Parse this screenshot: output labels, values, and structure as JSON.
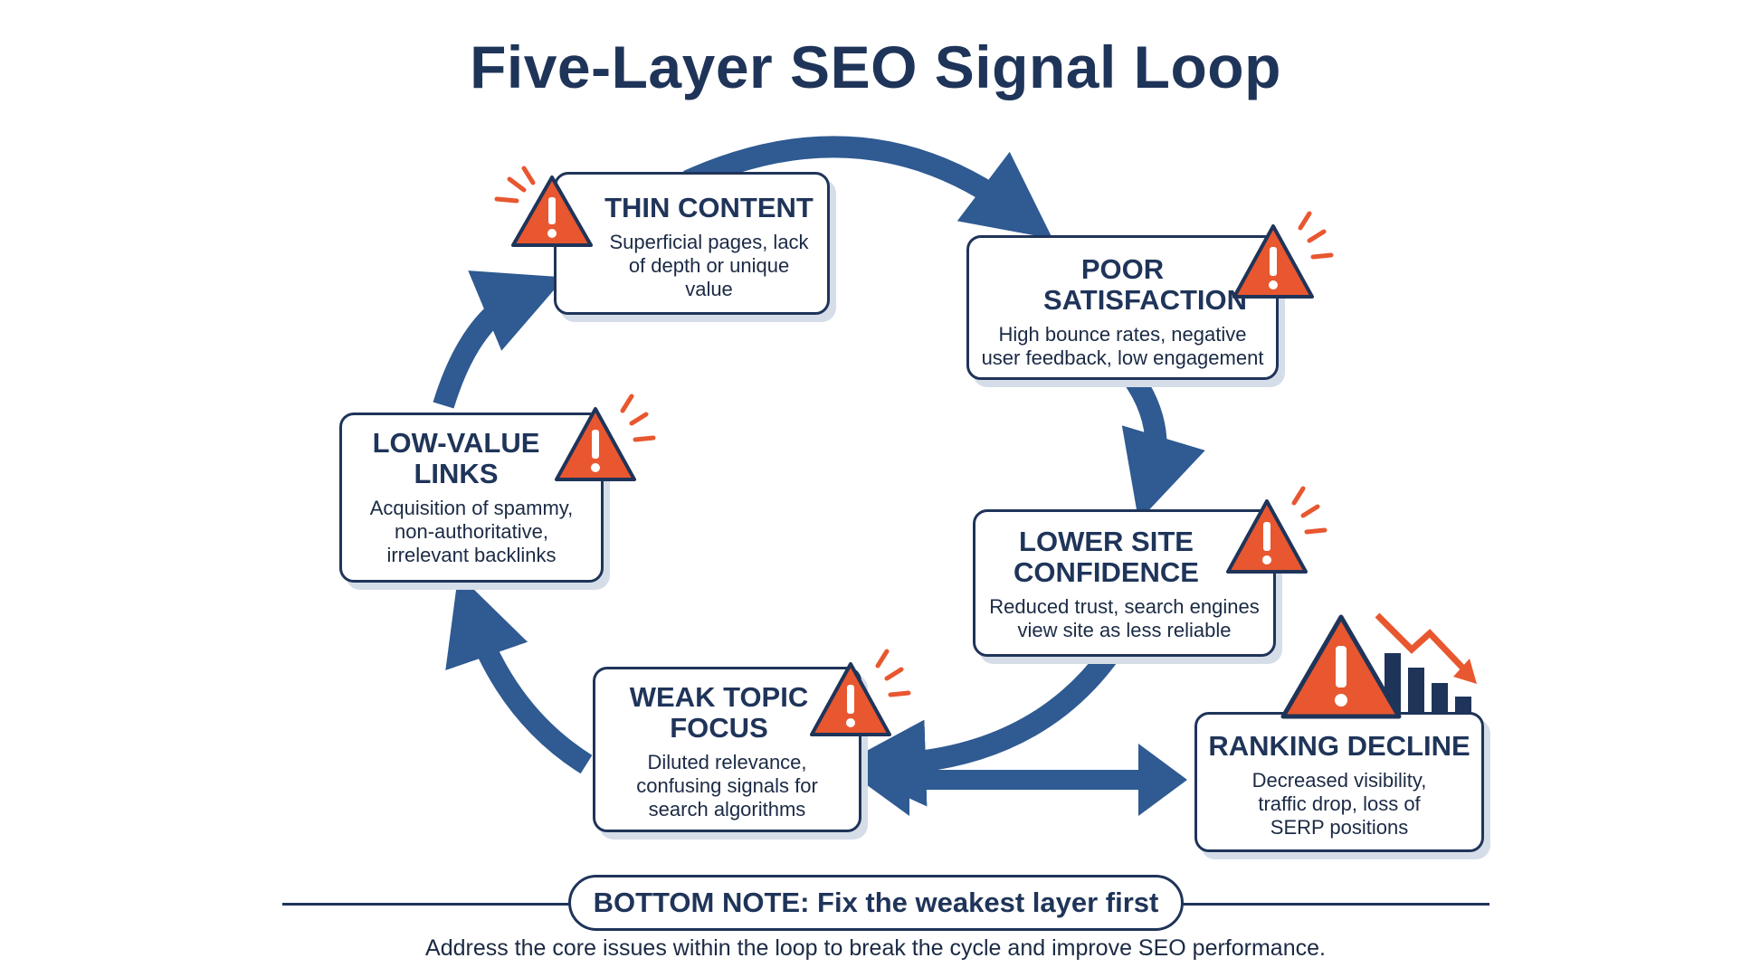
{
  "title": "Five-Layer SEO Signal Loop",
  "colors": {
    "navy": "#1f3459",
    "arrow_blue": "#2f5a92",
    "alert_orange": "#e8572f",
    "shadow": "#d5dde8"
  },
  "nodes": {
    "thin_content": {
      "title": "THIN CONTENT",
      "desc": "Superficial pages, lack of depth or unique value",
      "icon": "warning-triangle-icon"
    },
    "poor_satisfaction": {
      "title": "POOR SATISFACTION",
      "desc": "High bounce rates, negative user feedback, low engagement",
      "icon": "warning-triangle-icon"
    },
    "lower_site_confidence": {
      "title": "LOWER SITE CONFIDENCE",
      "desc": "Reduced trust, search engines view site as less reliable",
      "icon": "warning-triangle-icon"
    },
    "weak_topic_focus": {
      "title": "WEAK TOPIC FOCUS",
      "desc": "Diluted relevance, confusing signals for search algorithms",
      "icon": "warning-triangle-icon"
    },
    "low_value_links": {
      "title": "LOW-VALUE LINKS",
      "desc": "Acquisition of spammy, non-authoritative, irrelevant backlinks",
      "icon": "warning-triangle-icon"
    },
    "ranking_decline": {
      "title": "RANKING DECLINE",
      "desc": "Decreased visibility, traffic drop, loss of SERP positions",
      "icon": "declining-bar-chart-icon"
    }
  },
  "bottom_note": {
    "label": "BOTTOM NOTE: Fix the weakest layer first",
    "subtext": "Address the core issues within the loop to break the cycle and improve SEO performance."
  }
}
